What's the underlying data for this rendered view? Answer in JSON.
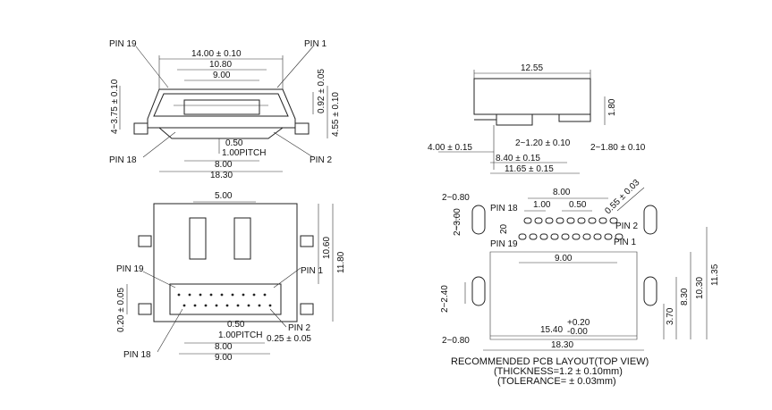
{
  "front_view": {
    "pin19": "PIN 19",
    "pin1": "PIN 1",
    "pin18": "PIN 18",
    "pin2": "PIN 2",
    "d_width": "14.00 ± 0.10",
    "d_inner": "10.80",
    "d_slot": "9.00",
    "d_h1": "0.92 ± 0.05",
    "d_h_left": "4~3.75 ± 0.10",
    "d_h_right": "4.55 ± 0.10",
    "d_pin": "0.50",
    "d_pitch": "1.00PITCH",
    "d_800": "8.00",
    "d_total": "18.30"
  },
  "side_view": {
    "d_top": "12.55",
    "d_180v": "1.80",
    "d_400": "4.00 ± 0.15",
    "d_120": "2~1.20 ± 0.10",
    "d_180h": "2~1.80 ± 0.10",
    "d_840": "8.40 ± 0.15",
    "d_1165": "11.65 ± 0.15"
  },
  "bottom_view": {
    "d_500": "5.00",
    "d_1060": "10.60",
    "d_1180": "11.80",
    "pin19": "PIN 19",
    "pin1": "PIN 1",
    "pin18": "PIN 18",
    "pin2": "PIN 2",
    "d_020": "0.20 ± 0.05",
    "d_050": "0.50",
    "d_pitch": "1.00PITCH",
    "d_025": "0.25 ± 0.05",
    "d_800": "8.00",
    "d_900": "9.00"
  },
  "pcb_view": {
    "d_080a": "2~0.80",
    "d_300": "2~3.00",
    "pin18": "PIN 18",
    "d_800": "8.00",
    "d_100": "1.00",
    "d_050": "0.50",
    "d_055": "0.55 ± 0.03",
    "pin2": "PIN 2",
    "d_020": "20",
    "pin19": "PIN 19",
    "pin1": "PIN 1",
    "d_900": "9.00",
    "d_240": "2~2.40",
    "d_1030": "10.30",
    "d_1135": "11.35",
    "d_830": "8.30",
    "d_370": "3.70",
    "d_1540": "15.40",
    "d_plus": "+0.20",
    "d_minus": "-0.00",
    "d_080b": "2~0.80",
    "d_1830": "18.30",
    "cap1": "RECOMMENDED PCB LAYOUT(TOP VIEW)",
    "cap2": "(THICKNESS=1.2 ± 0.10mm)",
    "cap3": "(TOLERANCE= ± 0.03mm)"
  }
}
